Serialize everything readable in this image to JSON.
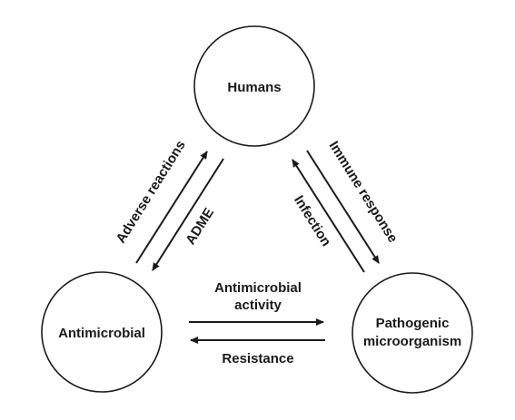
{
  "nodes": {
    "humans": "Humans",
    "antimicrobial": "Antimicrobial",
    "pathogen_line1": "Pathogenic",
    "pathogen_line2": "microorganism"
  },
  "edges": {
    "adverse_reactions": "Adverse reactions",
    "adme": "ADME",
    "immune_response": "Immune response",
    "infection": "Infection",
    "antimicrobial_activity_line1": "Antimicrobial",
    "antimicrobial_activity_line2": "activity",
    "resistance": "Resistance"
  }
}
